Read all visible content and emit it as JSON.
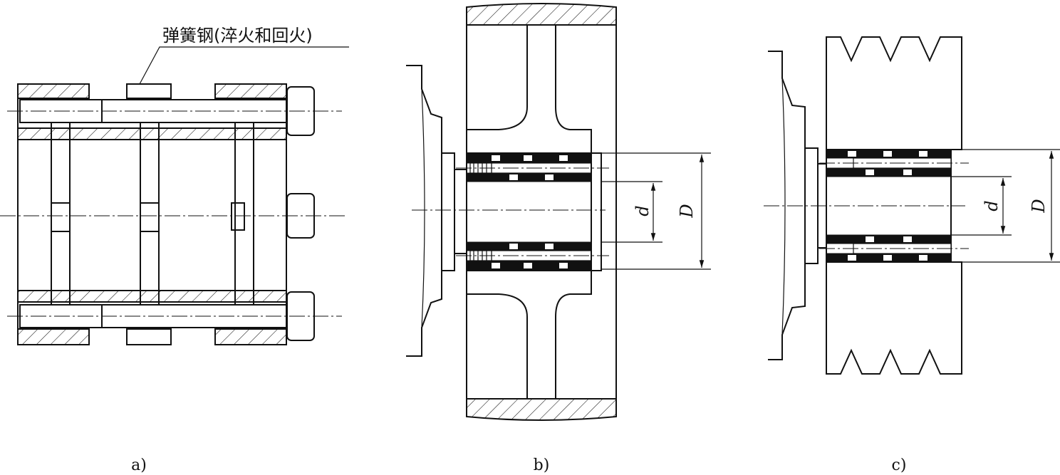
{
  "figure": {
    "panels": [
      {
        "id": "a",
        "caption": "a)"
      },
      {
        "id": "b",
        "caption": "b)"
      },
      {
        "id": "c",
        "caption": "c)"
      }
    ],
    "annotation": "弹簧钢(淬火和回火)",
    "dimension_labels": {
      "small": "d",
      "large": "D"
    }
  }
}
